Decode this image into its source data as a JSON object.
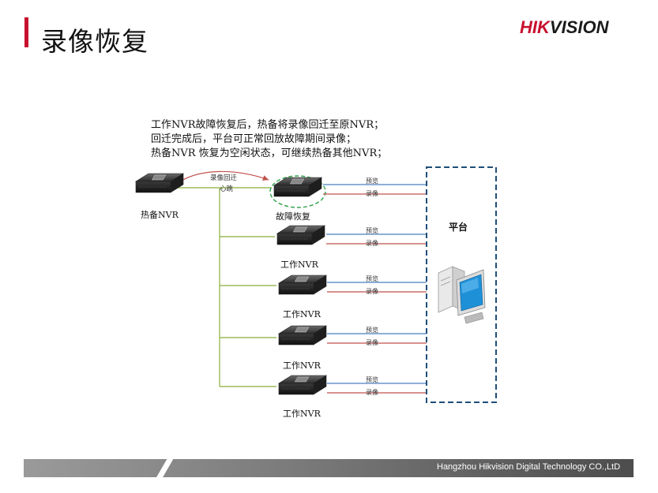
{
  "slide": {
    "title": "录像恢复",
    "logo_red": "HIK",
    "logo_rest": "VISION",
    "footer": "Hangzhou Hikvision Digital Technology CO.,LtD"
  },
  "notes": [
    "工作NVR故障恢复后，热备将录像回迁至原NVR；",
    "回迁完成后，平台可正常回放故障期间录像；",
    "热备NVR 恢复为空闲状态，可继续热备其他NVR；"
  ],
  "diagram": {
    "hot_spare_label": "热备NVR",
    "migrate_label": "录像回迁",
    "heartbeat_label": "心跳",
    "platform_label": "平台",
    "link_preview": "预览",
    "link_record": "录像",
    "nvrs": [
      {
        "label": "故障恢复"
      },
      {
        "label": "工作NVR"
      },
      {
        "label": "工作NVR"
      },
      {
        "label": "工作NVR"
      },
      {
        "label": "工作NVR"
      }
    ],
    "colors": {
      "preview_line": "#4a7fc1",
      "record_line": "#c0504d",
      "trunk_line": "#9bbb59",
      "platform_box": "#1f4e79",
      "highlight_ring": "#3aa655",
      "migrate_arrow": "#c0504d"
    }
  }
}
